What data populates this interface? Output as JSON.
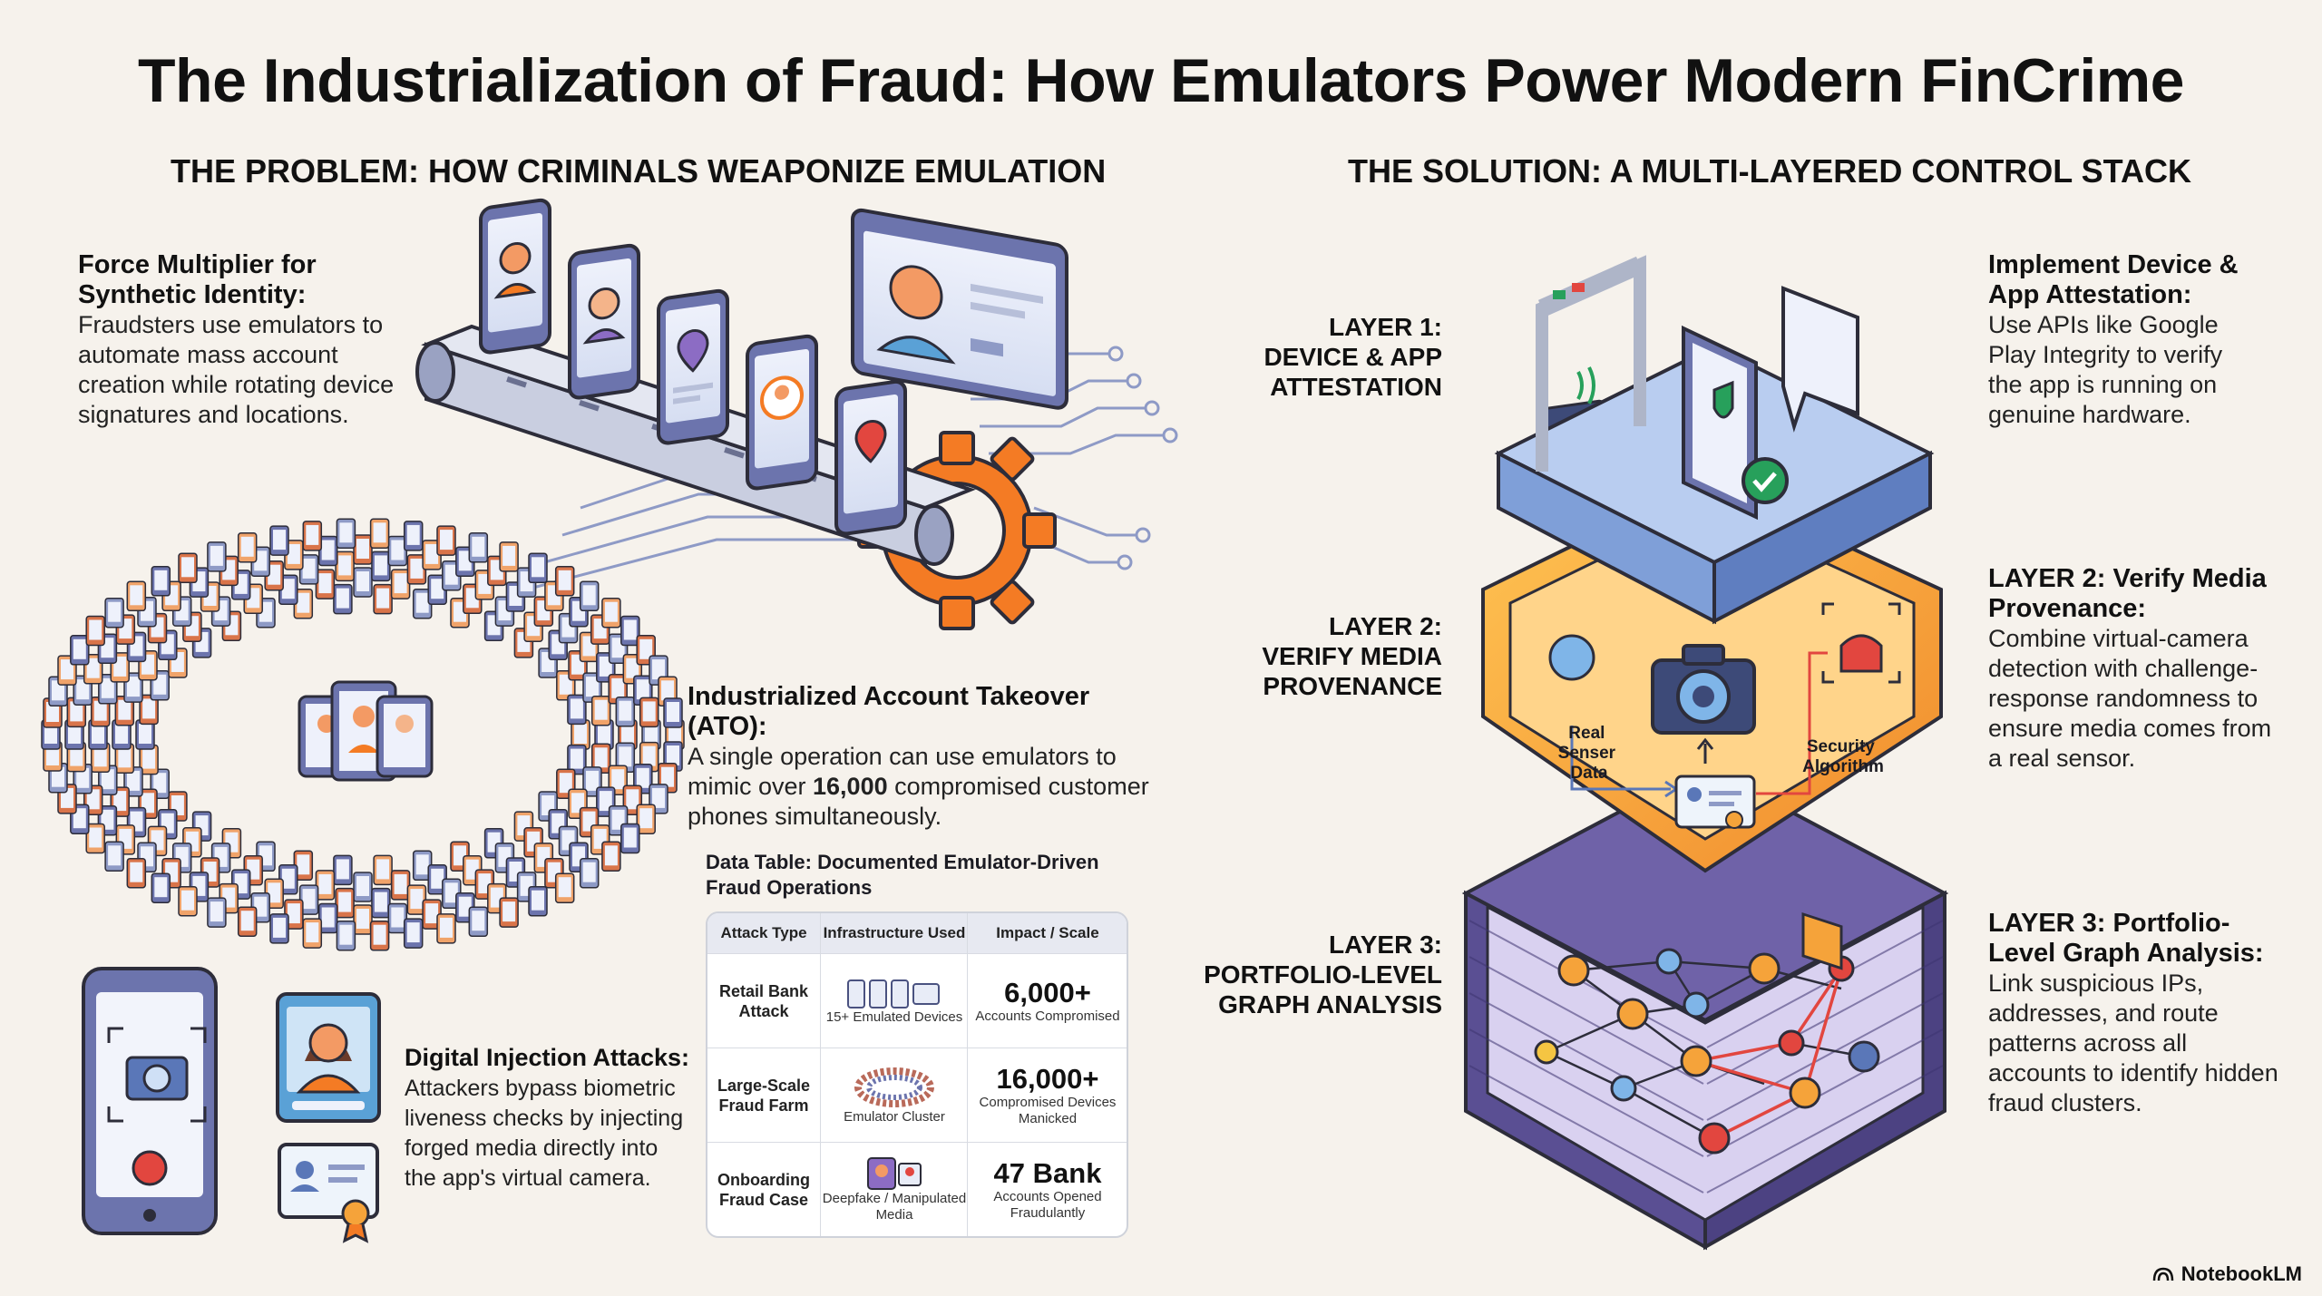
{
  "title": "The Industrialization of Fraud: How Emulators Power Modern FinCrime",
  "problem": {
    "heading": "THE PROBLEM: HOW CRIMINALS WEAPONIZE EMULATION",
    "synthetic": {
      "title": "Force Multiplier for Synthetic Identity:",
      "body": "Fraudsters use emulators to automate mass account creation while rotating device signatures and locations."
    },
    "ato": {
      "title": "Industrialized Account Takeover (ATO):",
      "body_before": "A single operation can use emulators to mimic over ",
      "body_bold": "16,000",
      "body_after": " compromised customer phones simultaneously."
    },
    "injection": {
      "title": "Digital Injection Attacks:",
      "body": "Attackers bypass biometric liveness checks by injecting forged media directly into the app's virtual camera."
    }
  },
  "table": {
    "title": "Data Table: Documented Emulator-Driven Fraud Operations",
    "headers": [
      "Attack Type",
      "Infrastructure Used",
      "Impact / Scale"
    ],
    "rows": [
      {
        "attack": "Retail Bank Attack",
        "infra": "15+ Emulated Devices",
        "impact_value": "6,000+",
        "impact_label": "Accounts Compromised"
      },
      {
        "attack": "Large-Scale Fraud Farm",
        "infra": "Emulator Cluster",
        "impact_value": "16,000+",
        "impact_label": "Compromised Devices Manicked"
      },
      {
        "attack": "Onboarding Fraud Case",
        "infra": "Deepfake / Manipulated Media",
        "impact_value": "47 Bank",
        "impact_label": "Accounts Opened Fraudulantly"
      }
    ]
  },
  "solution": {
    "heading": "THE SOLUTION: A MULTI-LAYERED CONTROL STACK",
    "layers": [
      {
        "left_label": "LAYER 1:\nDEVICE & APP\nATTESTATION",
        "right_title": "Implement Device & App Attestation:",
        "right_body": "Use APIs like Google Play Integrity to verify the app is running on genuine hardware."
      },
      {
        "left_label": "LAYER 2:\nVERIFY MEDIA\nPROVENANCE",
        "right_title": "LAYER 2: Verify Media Provenance:",
        "right_body": "Combine virtual-camera detection with challenge-response randomness to ensure media comes from a real sensor."
      },
      {
        "left_label": "LAYER 3:\nPORTFOLIO-LEVEL\nGRAPH ANALYSIS",
        "right_title": "LAYER 3: Portfolio-Level Graph Analysis:",
        "right_body": "Link suspicious IPs, addresses, and route patterns across all accounts to identify hidden fraud clusters."
      }
    ],
    "diagram_labels": {
      "sensor": "Real\nSenser\nData",
      "algorithm": "Security\nAlgorithm"
    }
  },
  "brand": "NotebookLM",
  "colors": {
    "blue_layer": "#7f9fd8",
    "orange_layer": "#f5a33a",
    "purple_layer": "#6f62a8",
    "alert_red": "#e2463f",
    "check_green": "#27a05b"
  }
}
